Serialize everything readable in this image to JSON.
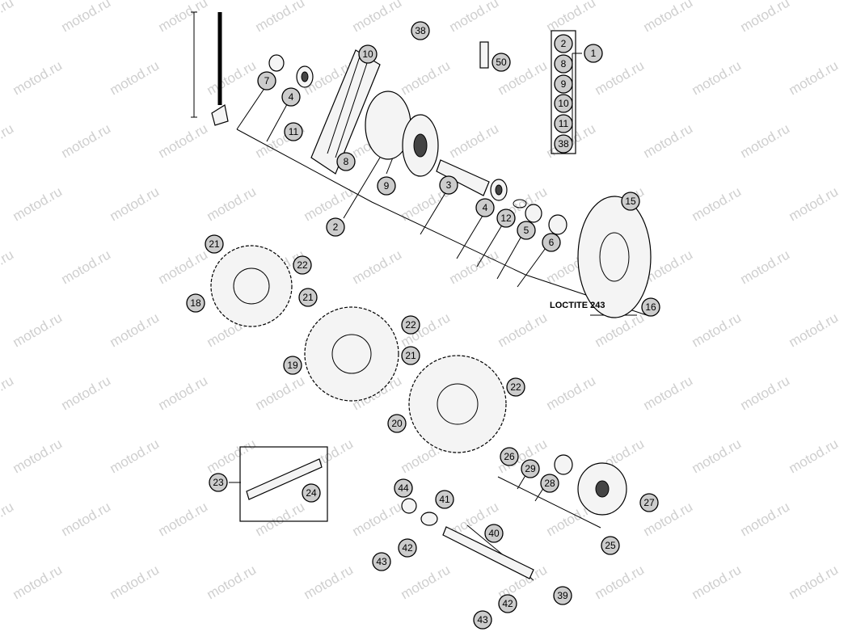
{
  "watermark": "motod.ru",
  "loctite_label": "LOCTITE 243",
  "callouts": [
    {
      "id": "c1",
      "label": "1"
    },
    {
      "id": "c2a",
      "label": "2"
    },
    {
      "id": "c8a",
      "label": "8"
    },
    {
      "id": "c9a",
      "label": "9"
    },
    {
      "id": "c10a",
      "label": "10"
    },
    {
      "id": "c11a",
      "label": "11"
    },
    {
      "id": "c38a",
      "label": "38"
    },
    {
      "id": "c38",
      "label": "38"
    },
    {
      "id": "c50",
      "label": "50"
    },
    {
      "id": "c10",
      "label": "10"
    },
    {
      "id": "c7",
      "label": "7"
    },
    {
      "id": "c4",
      "label": "4"
    },
    {
      "id": "c11",
      "label": "11"
    },
    {
      "id": "c8",
      "label": "8"
    },
    {
      "id": "c9",
      "label": "9"
    },
    {
      "id": "c3",
      "label": "3"
    },
    {
      "id": "c2",
      "label": "2"
    },
    {
      "id": "c4b",
      "label": "4"
    },
    {
      "id": "c12",
      "label": "12"
    },
    {
      "id": "c5",
      "label": "5"
    },
    {
      "id": "c6",
      "label": "6"
    },
    {
      "id": "c15",
      "label": "15"
    },
    {
      "id": "c16",
      "label": "16"
    },
    {
      "id": "c21a",
      "label": "21"
    },
    {
      "id": "c22a",
      "label": "22"
    },
    {
      "id": "c18",
      "label": "18"
    },
    {
      "id": "c21b",
      "label": "21"
    },
    {
      "id": "c22b",
      "label": "22"
    },
    {
      "id": "c19",
      "label": "19"
    },
    {
      "id": "c21c",
      "label": "21"
    },
    {
      "id": "c22c",
      "label": "22"
    },
    {
      "id": "c20",
      "label": "20"
    },
    {
      "id": "c23",
      "label": "23"
    },
    {
      "id": "c24",
      "label": "24"
    },
    {
      "id": "c26",
      "label": "26"
    },
    {
      "id": "c29",
      "label": "29"
    },
    {
      "id": "c28",
      "label": "28"
    },
    {
      "id": "c27",
      "label": "27"
    },
    {
      "id": "c25",
      "label": "25"
    },
    {
      "id": "c44",
      "label": "44"
    },
    {
      "id": "c41",
      "label": "41"
    },
    {
      "id": "c40",
      "label": "40"
    },
    {
      "id": "c42a",
      "label": "42"
    },
    {
      "id": "c43a",
      "label": "43"
    },
    {
      "id": "c39",
      "label": "39"
    },
    {
      "id": "c42b",
      "label": "42"
    },
    {
      "id": "c43b",
      "label": "43"
    }
  ]
}
